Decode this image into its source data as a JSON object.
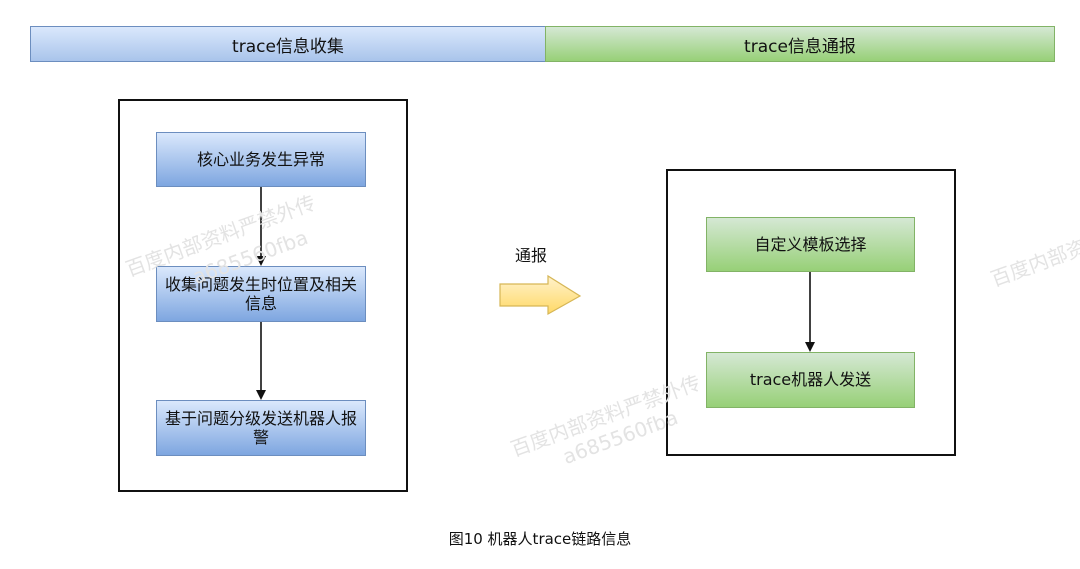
{
  "header": {
    "collect_label": "trace信息收集",
    "report_label": "trace信息通报"
  },
  "left_flow": {
    "node1": "核心业务发生异常",
    "node2": "收集问题发生时位置及相关信息",
    "node3": "基于问题分级发送机器人报警"
  },
  "transition": {
    "label": "通报"
  },
  "right_flow": {
    "node1": "自定义模板选择",
    "node2": "trace机器人发送"
  },
  "caption": "图10 机器人trace链路信息",
  "watermark": {
    "line1": "百度内部资料严禁外传",
    "line2": "a685560fba"
  },
  "colors": {
    "blue_fill": "#dae8fc",
    "blue_stroke": "#6c8ebf",
    "green_fill": "#d5e8d4",
    "green_stroke": "#82b366",
    "arrow_fill": "#fff2cc",
    "arrow_stroke": "#d6b656"
  }
}
